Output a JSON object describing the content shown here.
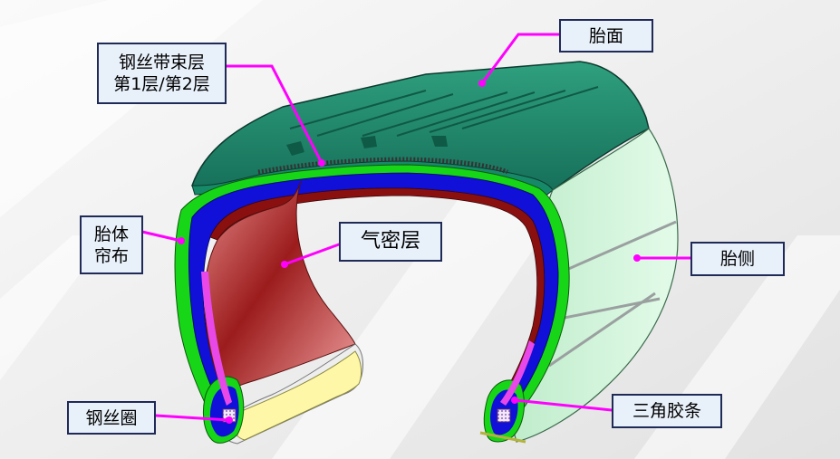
{
  "labels": {
    "tread": "胎面",
    "belt_line1": "钢丝带束层",
    "belt_line2": "第1层/第2层",
    "carcass_line1": "胎体",
    "carcass_line2": "帘布",
    "inner_liner": "气密层",
    "sidewall": "胎侧",
    "bead_wire": "钢丝圈",
    "apex": "三角胶条"
  },
  "colors": {
    "tread": "#1e8a6c",
    "sidewall": "#ccf2d6",
    "carcass_green": "#17d617",
    "belt_blue": "#1010d8",
    "inner_liner": "#9c1c1c",
    "rim_fill": "#fff7a8",
    "leader": "#ff00ff",
    "label_border": "#1f2a57"
  }
}
